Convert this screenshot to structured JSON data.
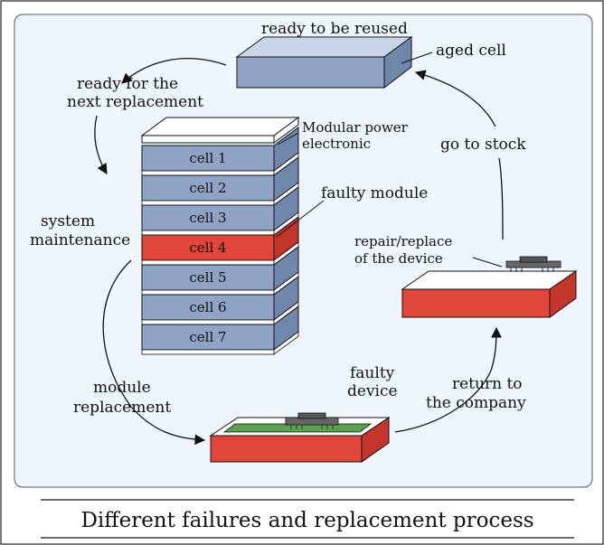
{
  "diagram": {
    "labels": {
      "ready_reused": "ready to be reused",
      "aged_cell": "aged cell",
      "ready_next_1": "ready for the",
      "ready_next_2": "next replacement",
      "modular_1": "Modular power",
      "modular_2": "electronic",
      "go_stock": "go to stock",
      "faulty_module": "faulty module",
      "system_1": "system",
      "system_2": "maintenance",
      "repair_1": "repair/replace",
      "repair_2": "of the device",
      "module_rep_1": "module",
      "module_rep_2": "replacement",
      "faulty_dev_1": "faulty",
      "faulty_dev_2": "device",
      "return_1": "return to",
      "return_2": "the company"
    },
    "cells": [
      {
        "label": "cell 1",
        "state": "normal"
      },
      {
        "label": "cell 2",
        "state": "normal"
      },
      {
        "label": "cell 3",
        "state": "normal"
      },
      {
        "label": "cell 4",
        "state": "faulty"
      },
      {
        "label": "cell 5",
        "state": "normal"
      },
      {
        "label": "cell 6",
        "state": "normal"
      },
      {
        "label": "cell 7",
        "state": "normal"
      }
    ],
    "colors": {
      "cell_front": "#8fa3c4",
      "cell_side": "#7186ab",
      "cell_top": "#c9d6ea",
      "faulty_front": "#e0473a",
      "faulty_side": "#c2352b",
      "panel_bg": "#eef5fd",
      "board_green": "#5aa150"
    }
  },
  "caption": "Different failures and replacement process"
}
